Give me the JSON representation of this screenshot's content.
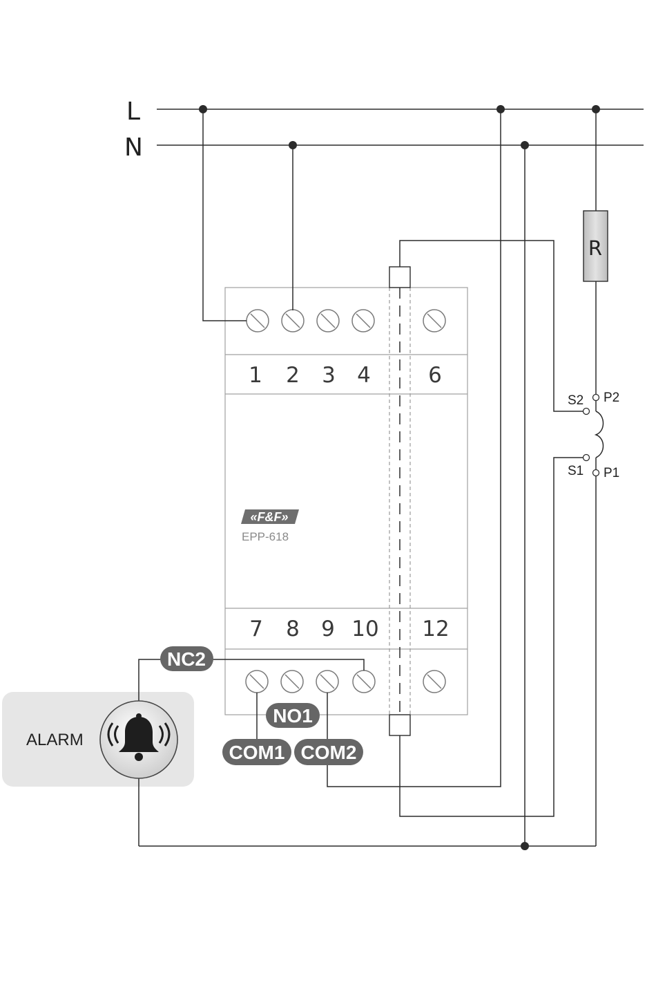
{
  "lines": {
    "L": "L",
    "N": "N"
  },
  "resistor_label": "R",
  "device": {
    "brand": "«F&F»",
    "model": "EPP-618",
    "top_terminals": [
      "1",
      "2",
      "3",
      "4",
      "6"
    ],
    "bottom_terminals": [
      "7",
      "8",
      "9",
      "10",
      "12"
    ]
  },
  "contacts": {
    "nc2": "NC2",
    "no1": "NO1",
    "com1": "COM1",
    "com2": "COM2"
  },
  "transformer": {
    "s2": "S2",
    "p2": "P2",
    "s1": "S1",
    "p1": "P1"
  },
  "alarm": {
    "label": "ALARM",
    "icon": "bell-icon"
  },
  "colors": {
    "pill": "#666666",
    "device_border": "#a0a0a0",
    "alarm_box": "#e6e6e6",
    "resistor": "#cccccc"
  }
}
